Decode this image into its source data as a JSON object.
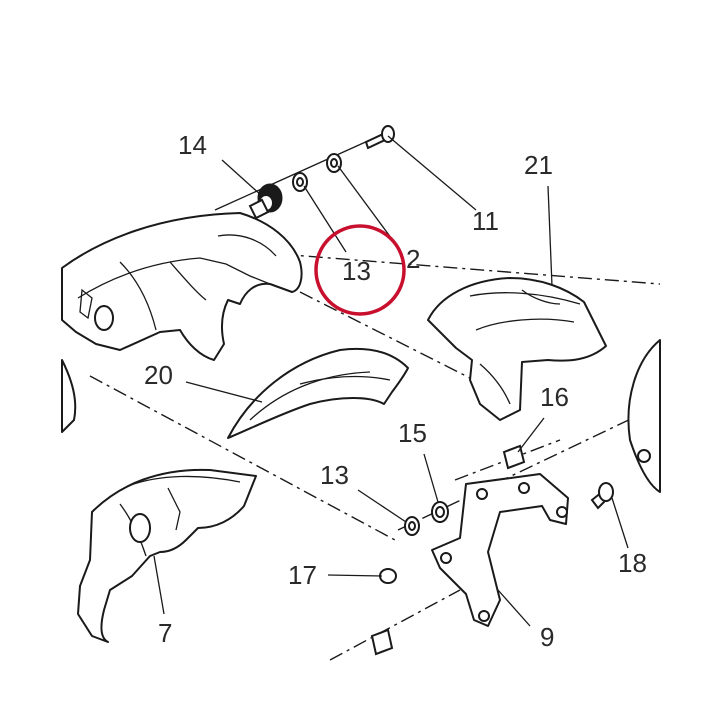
{
  "diagram": {
    "highlight_color": "#c8102e",
    "line_color": "#1a1a1a",
    "callouts": {
      "c14": "14",
      "c11": "11",
      "c21": "21",
      "c13_top": "13",
      "c2": "2",
      "c20": "20",
      "c16": "16",
      "c15": "15",
      "c13_mid": "13",
      "c18": "18",
      "c17": "17",
      "c7": "7",
      "c9": "9"
    }
  }
}
